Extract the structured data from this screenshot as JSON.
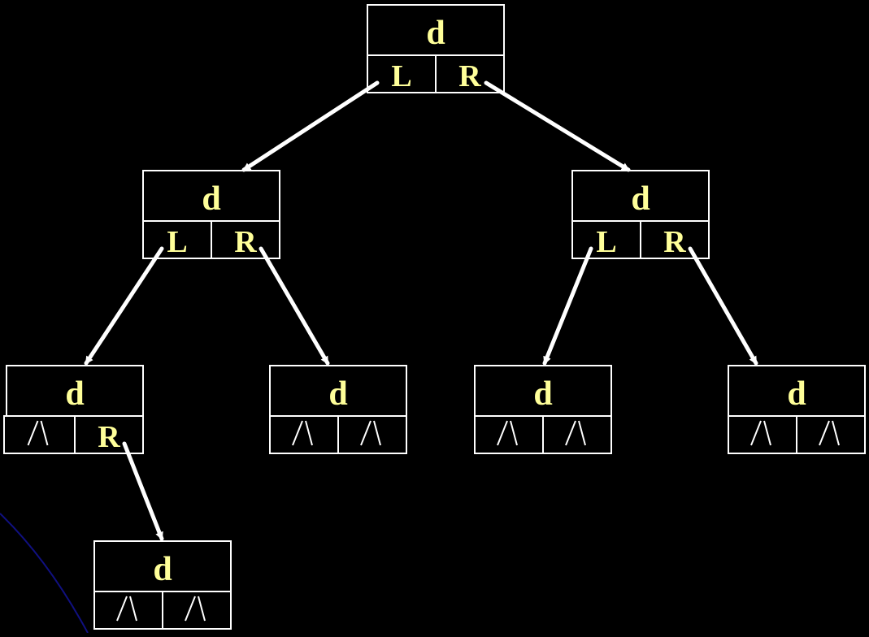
{
  "colors": {
    "background": "#000000",
    "box_border": "#ffffff",
    "label_text": "#ffff99",
    "arrow": "#ffffff",
    "decor_arc": "#101080"
  },
  "nodes": [
    {
      "id": "root",
      "data_label": "d",
      "left": "L",
      "right": "R"
    },
    {
      "id": "l1-left",
      "data_label": "d",
      "left": "L",
      "right": "R"
    },
    {
      "id": "l1-right",
      "data_label": "d",
      "left": "L",
      "right": "R"
    },
    {
      "id": "l2-a",
      "data_label": "d",
      "left": "null",
      "right": "R"
    },
    {
      "id": "l2-b",
      "data_label": "d",
      "left": "null",
      "right": "null"
    },
    {
      "id": "l2-c",
      "data_label": "d",
      "left": "null",
      "right": "null"
    },
    {
      "id": "l2-d",
      "data_label": "d",
      "left": "null",
      "right": "null"
    },
    {
      "id": "l3-a",
      "data_label": "d",
      "left": "null",
      "right": "null"
    }
  ],
  "edges": [
    {
      "from": "root",
      "side": "left",
      "to": "l1-left"
    },
    {
      "from": "root",
      "side": "right",
      "to": "l1-right"
    },
    {
      "from": "l1-left",
      "side": "left",
      "to": "l2-a"
    },
    {
      "from": "l1-left",
      "side": "right",
      "to": "l2-b"
    },
    {
      "from": "l1-right",
      "side": "left",
      "to": "l2-c"
    },
    {
      "from": "l1-right",
      "side": "right",
      "to": "l2-d"
    },
    {
      "from": "l2-a",
      "side": "right",
      "to": "l3-a"
    }
  ]
}
